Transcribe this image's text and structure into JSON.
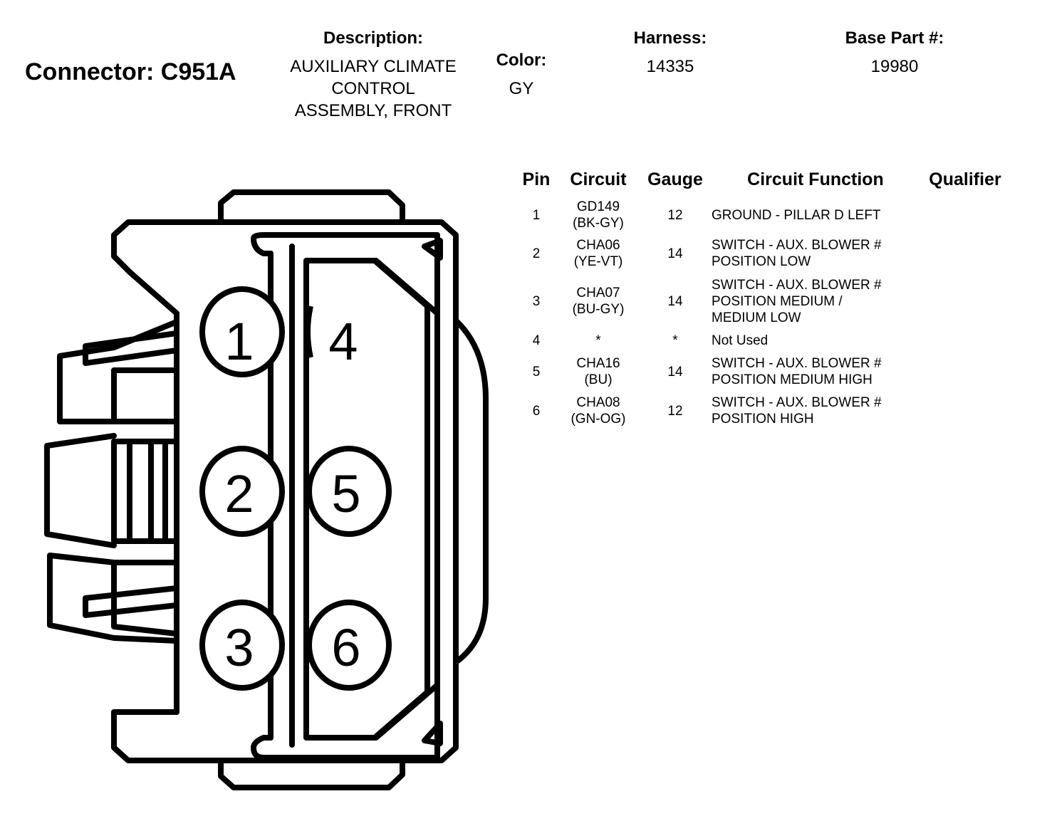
{
  "header": {
    "connector_title": "Connector: C951A",
    "description_label": "Description:",
    "description_lines": [
      "AUXILIARY CLIMATE",
      "CONTROL",
      "ASSEMBLY, FRONT"
    ],
    "color_label": "Color:",
    "color_value": "GY",
    "harness_label": "Harness:",
    "harness_value": "14335",
    "base_part_label": "Base Part #:",
    "base_part_value": "19980"
  },
  "table": {
    "headers": {
      "pin": "Pin",
      "circuit": "Circuit",
      "gauge": "Gauge",
      "function": "Circuit Function",
      "qualifier": "Qualifier"
    },
    "rows": [
      {
        "pin": "1",
        "circuit_lines": [
          "GD149",
          "(BK-GY)"
        ],
        "gauge": "12",
        "function_lines": [
          "GROUND - PILLAR D LEFT"
        ]
      },
      {
        "pin": "2",
        "circuit_lines": [
          "CHA06",
          "(YE-VT)"
        ],
        "gauge": "14",
        "function_lines": [
          "SWITCH - AUX. BLOWER #",
          "POSITION LOW"
        ]
      },
      {
        "pin": "3",
        "circuit_lines": [
          "CHA07",
          "(BU-GY)"
        ],
        "gauge": "14",
        "function_lines": [
          "SWITCH - AUX. BLOWER #",
          "POSITION MEDIUM /",
          "MEDIUM LOW"
        ]
      },
      {
        "pin": "4",
        "circuit_lines": [
          "*"
        ],
        "gauge": "*",
        "function_lines": [
          "Not Used"
        ]
      },
      {
        "pin": "5",
        "circuit_lines": [
          "CHA16",
          "(BU)"
        ],
        "gauge": "14",
        "function_lines": [
          "SWITCH - AUX. BLOWER #",
          "POSITION MEDIUM HIGH"
        ]
      },
      {
        "pin": "6",
        "circuit_lines": [
          "CHA08",
          "(GN-OG)"
        ],
        "gauge": "12",
        "function_lines": [
          "SWITCH - AUX. BLOWER #",
          "POSITION HIGH"
        ]
      }
    ]
  },
  "connector": {
    "pins": [
      "1",
      "2",
      "3",
      "4",
      "5",
      "6"
    ]
  }
}
